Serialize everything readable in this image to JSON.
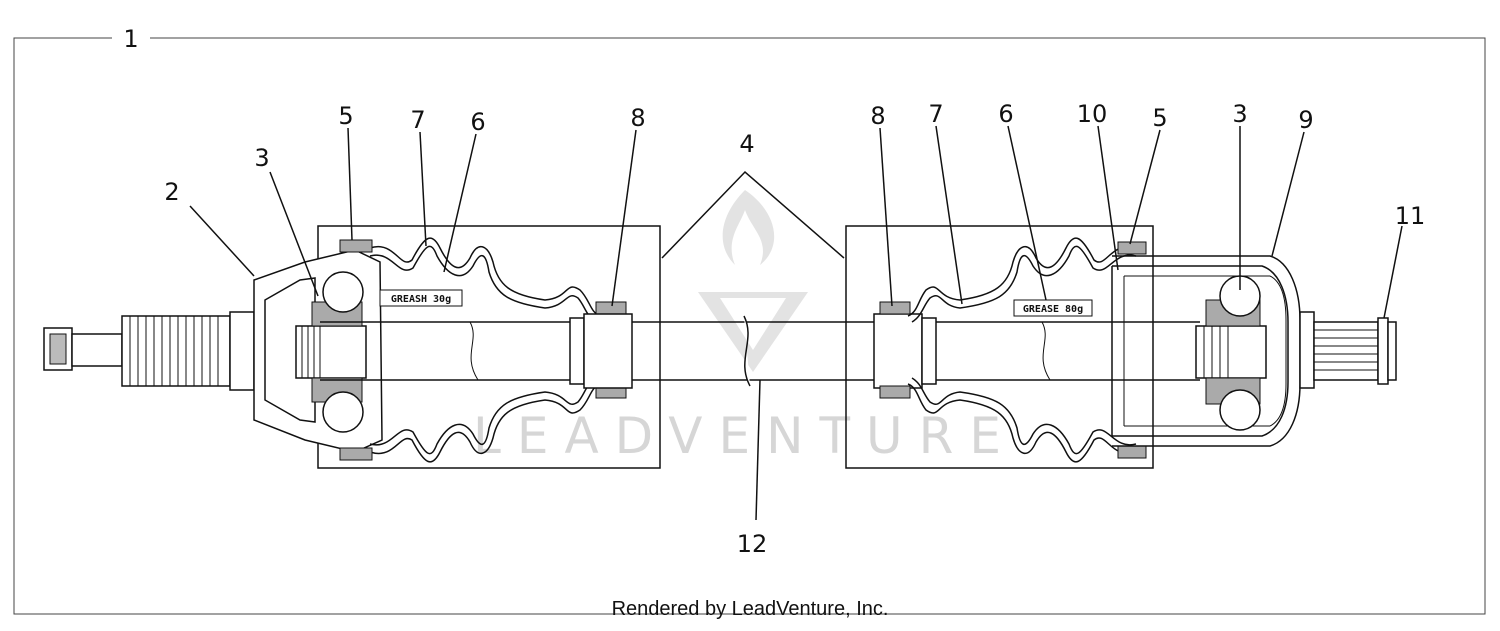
{
  "callouts": {
    "c1": "1",
    "c2": "2",
    "c3_left": "3",
    "c5_left": "5",
    "c7_left": "7",
    "c6_left": "6",
    "c8_left": "8",
    "c4": "4",
    "c8_right": "8",
    "c7_right": "7",
    "c6_right": "6",
    "c10": "10",
    "c5_right": "5",
    "c3_right": "3",
    "c9": "9",
    "c11": "11",
    "c12": "12"
  },
  "grease_left": "GREASH 30g",
  "grease_right": "GREASE 80g",
  "watermark": "LEADVENTURE",
  "footer": "Rendered by LeadVenture, Inc."
}
